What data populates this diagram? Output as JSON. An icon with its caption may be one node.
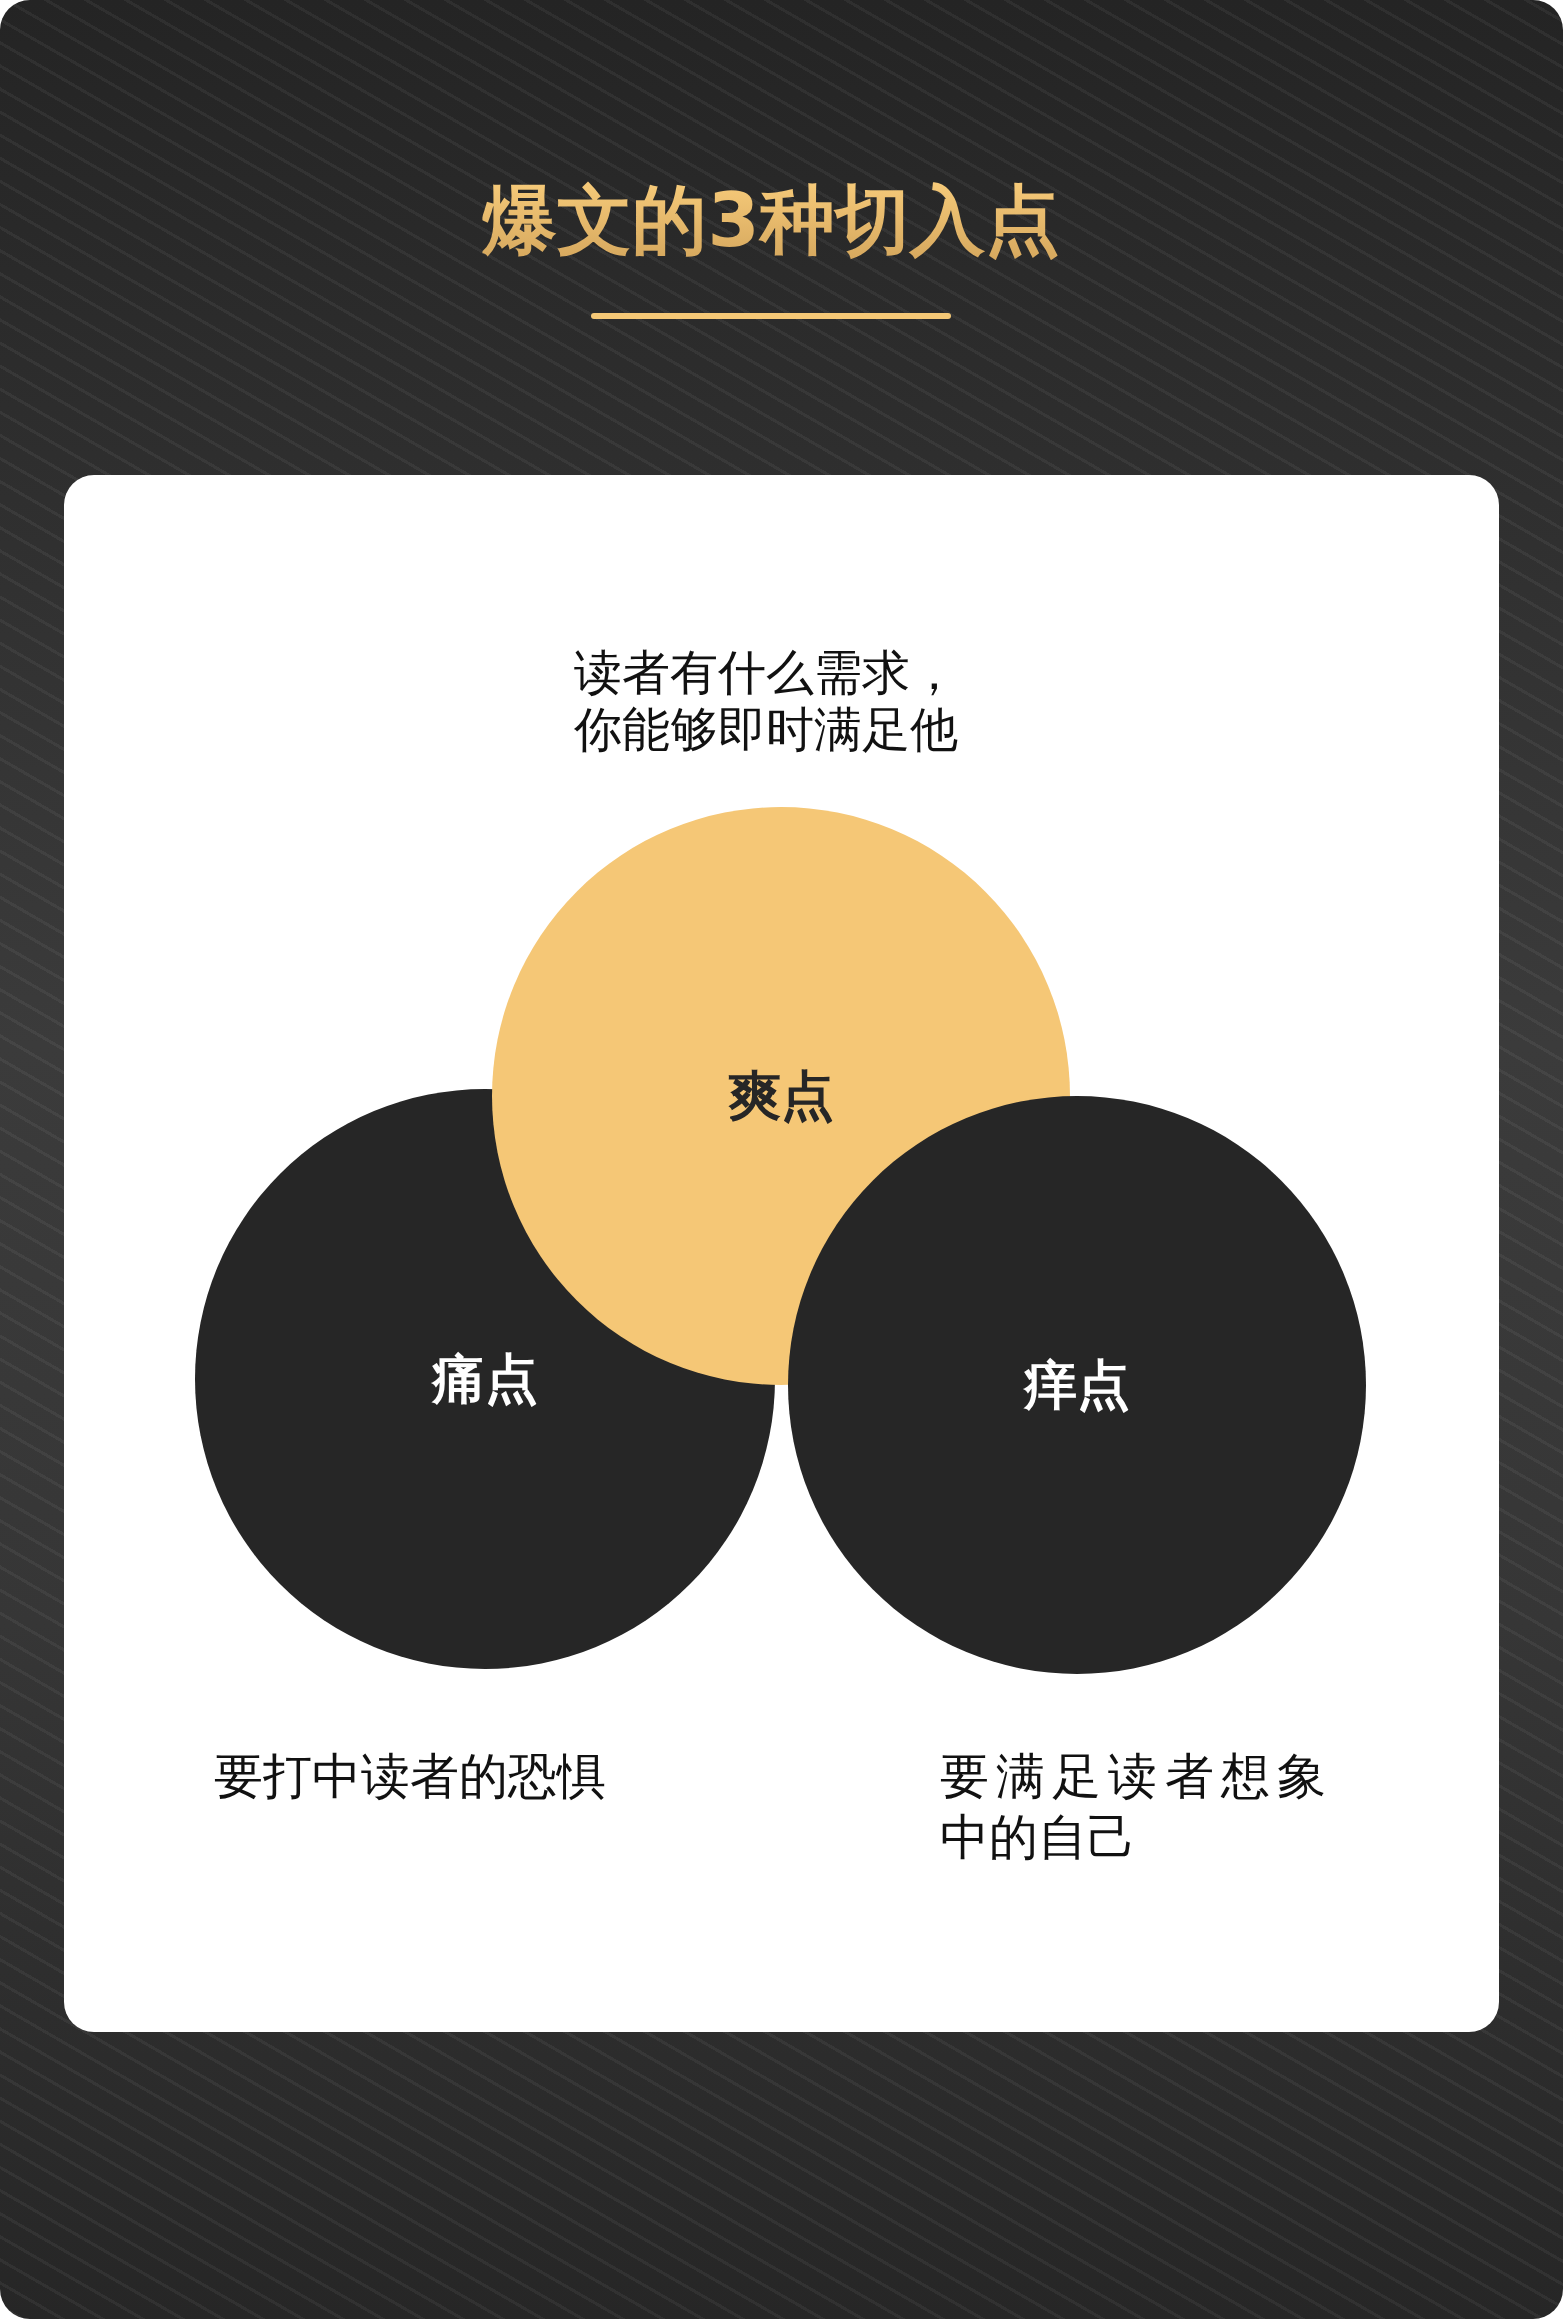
{
  "diagram": {
    "title": "爆文的3种切入点",
    "nodes": [
      {
        "text": [
          "爽点"
        ],
        "beside": [
          "读者有什么需求，你能够即时满足他"
        ]
      },
      {
        "text": [
          "痛点"
        ],
        "beside": [
          "要打中读者的恐惧"
        ]
      },
      {
        "text": [
          "痒点"
        ],
        "beside": [
          "要满足读者想象中的自己"
        ]
      }
    ]
  }
}
